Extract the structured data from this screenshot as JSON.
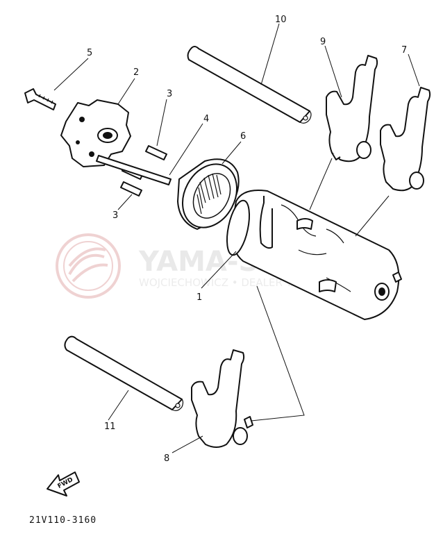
{
  "diagram": {
    "code": "21V110-3160",
    "fwd_label": "FWD",
    "watermark": {
      "title": "YAMA-SKLEP.PL",
      "subtitle": "WOJCIECHOWICZ • DEALER YAMAHA"
    },
    "callouts": [
      {
        "id": "1",
        "label": "1"
      },
      {
        "id": "2",
        "label": "2"
      },
      {
        "id": "3a",
        "label": "3"
      },
      {
        "id": "3b",
        "label": "3"
      },
      {
        "id": "4",
        "label": "4"
      },
      {
        "id": "5",
        "label": "5"
      },
      {
        "id": "6",
        "label": "6"
      },
      {
        "id": "7",
        "label": "7"
      },
      {
        "id": "8",
        "label": "8"
      },
      {
        "id": "9",
        "label": "9"
      },
      {
        "id": "10",
        "label": "10"
      },
      {
        "id": "11",
        "label": "11"
      }
    ]
  },
  "colors": {
    "line": "#111111",
    "watermark": "#e6b5b5"
  }
}
